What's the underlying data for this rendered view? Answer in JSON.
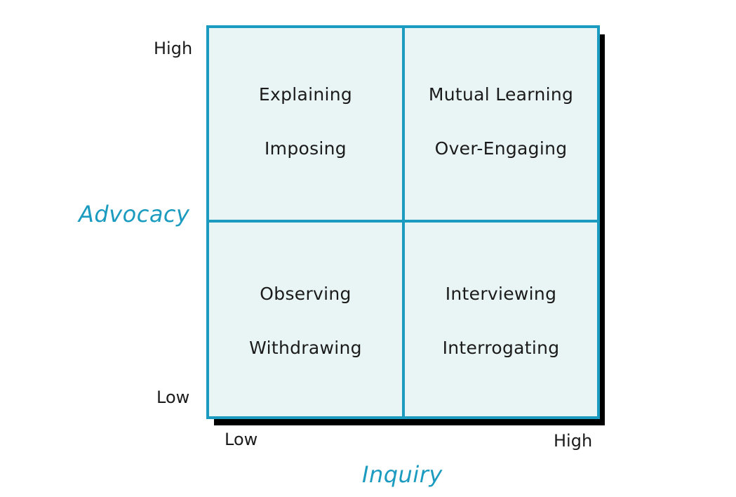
{
  "axes": {
    "y": {
      "title": "Advocacy",
      "high_label": "High",
      "low_label": "Low"
    },
    "x": {
      "title": "Inquiry",
      "high_label": "High",
      "low_label": "Low"
    }
  },
  "quadrants": {
    "top_left": {
      "items": [
        "Explaining",
        "Imposing"
      ]
    },
    "top_right": {
      "items": [
        "Mutual Learning",
        "Over-Engaging"
      ]
    },
    "bottom_left": {
      "items": [
        "Observing",
        "Withdrawing"
      ]
    },
    "bottom_right": {
      "items": [
        "Interviewing",
        "Interrogating"
      ]
    }
  },
  "colors": {
    "accent": "#1a9bbf",
    "fill": "#e9f4f4",
    "shadow": "#000000",
    "text": "#1b1b1b"
  }
}
